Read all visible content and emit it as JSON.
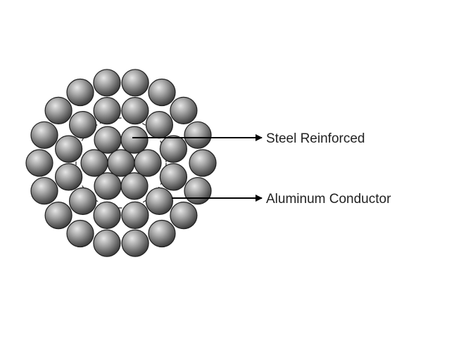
{
  "diagram": {
    "type": "cross-section",
    "annotations": [
      {
        "label": "Steel Reinforced",
        "target": "steel-core"
      },
      {
        "label": "Aluminum Conductor",
        "target": "aluminum-strand"
      }
    ],
    "colors": {
      "strand_light": "#cfcfcf",
      "strand_mid": "#8a8a8a",
      "strand_dark": "#2c2c2c",
      "strand_outline": "#1e1e1e",
      "arrow": "#000000",
      "label": "#222222"
    }
  }
}
